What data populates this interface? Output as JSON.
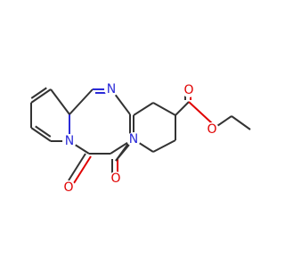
{
  "colors": {
    "background": "#ffffff",
    "carbon_bond": "#333333",
    "nitrogen": "#2b2bd8",
    "oxygen": "#e00000"
  },
  "atoms": [
    {
      "id": "O_ring_carbonyl",
      "element": "O",
      "label": "O"
    },
    {
      "id": "N_bridge",
      "element": "N",
      "label": "N"
    },
    {
      "id": "N_pyrimidine",
      "element": "N",
      "label": "N"
    },
    {
      "id": "O_amide",
      "element": "O",
      "label": "O"
    },
    {
      "id": "N_piperidine",
      "element": "N",
      "label": "N"
    },
    {
      "id": "O_ester_carbonyl",
      "element": "O",
      "label": "O"
    },
    {
      "id": "O_ester_ether",
      "element": "O",
      "label": "O"
    }
  ]
}
